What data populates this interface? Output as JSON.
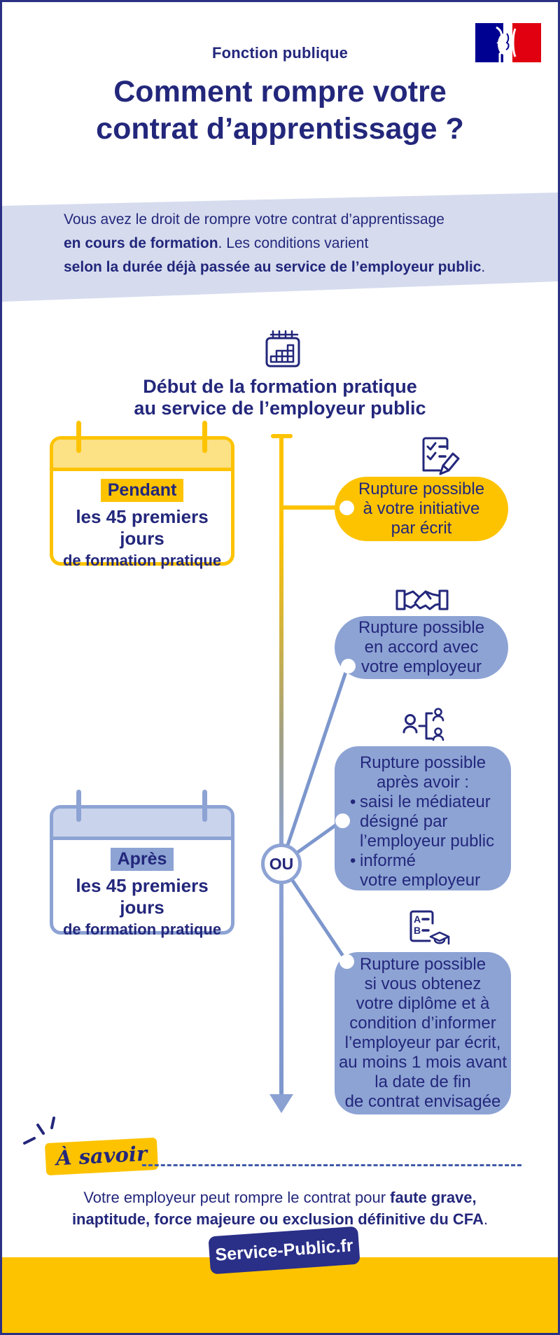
{
  "page": {
    "brand": "Fonction publique",
    "title_line1": "Comment rompre votre",
    "title_line2": "contrat d’apprentissage ?"
  },
  "intro": {
    "line1": "Vous avez le droit de rompre votre contrat d’apprentissage",
    "line2_bold": "en cours de formation",
    "line2_rest": ". Les conditions varient",
    "line3_bold": "selon la durée déjà passée au service de l’employeur public",
    "line3_rest": "."
  },
  "timeline": {
    "start_line1": "Début de la formation pratique",
    "start_line2": "au service de l’employeur public",
    "or_label": "OU"
  },
  "period_pendant": {
    "highlight": "Pendant",
    "line1": "les 45 premiers jours",
    "line2": "de formation pratique"
  },
  "period_apres": {
    "highlight": "Après",
    "line1": "les 45 premiers jours",
    "line2": "de formation pratique"
  },
  "options": {
    "option1": {
      "icon": "document-check-pencil-icon",
      "text": "Rupture possible\nà votre initiative\npar écrit"
    },
    "option2": {
      "icon": "handshake-icon",
      "text": "Rupture possible\nen accord avec\nvotre employeur"
    },
    "option3": {
      "icon": "mediator-people-icon",
      "intro": "Rupture possible\naprès avoir :",
      "bullets": [
        "saisi le médiateur\ndésigné par\nl’employeur public",
        "informé\nvotre employeur"
      ]
    },
    "option4": {
      "icon": "diploma-graduation-icon",
      "text": "Rupture possible\nsi vous obtenez\nvotre diplôme et à\ncondition d’informer\nl’employeur par écrit,\nau moins 1 mois avant\nla date de fin\nde contrat envisagée"
    }
  },
  "note": {
    "badge": "À savoir",
    "text_regular": "Votre employeur peut rompre le contrat pour ",
    "text_bold1": "faute grave,",
    "text_bold2": "inaptitude, force majeure ou exclusion définitive du CFA",
    "text_end": "."
  },
  "footer": {
    "badge": "Service-Public.fr"
  },
  "icons": {
    "logo": "french-republic-flag-icon",
    "start": "calendar-icon",
    "sparkle": "sparkle-icon"
  },
  "colors": {
    "navy": "#23277b",
    "yellow": "#fdc300",
    "light_yellow": "#fce185",
    "periwinkle": "#8da3d4",
    "light_periwinkle": "#c9d4ec",
    "lavender": "#d6dcee",
    "line_blue": "#7d97cd",
    "flag_blue": "#000091",
    "flag_red": "#e1000f",
    "white": "#ffffff"
  }
}
